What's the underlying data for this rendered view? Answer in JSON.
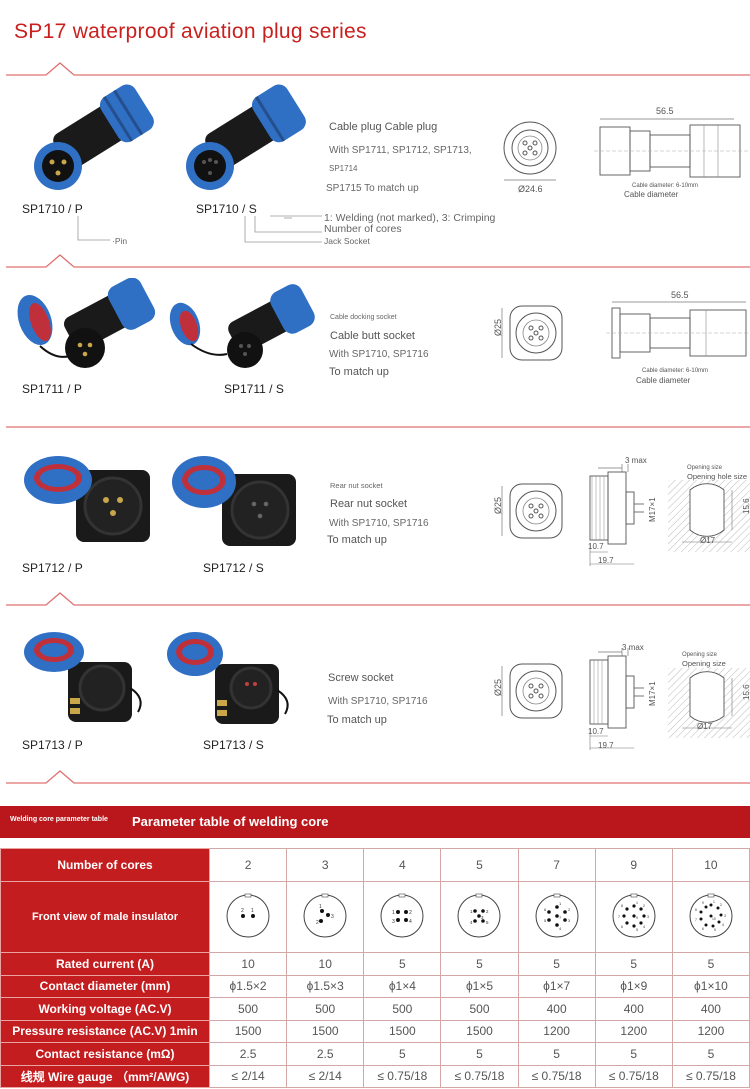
{
  "title": "SP17 waterproof aviation plug series",
  "products": [
    {
      "labels": [
        "SP1710 / P",
        "SP1710 / S"
      ],
      "desc_small": "Cable plug Cable plug",
      "desc_lines": [
        "With SP1711, SP1712, SP1713,",
        "SP1714",
        "SP1715 To match up"
      ],
      "annotations": [
        "1: Welding (not marked), 3: Crimping",
        "Number of cores",
        "Jack Socket",
        "·Pin"
      ],
      "dims": {
        "diameter": "Ø24.6",
        "length": "56.5",
        "cable_small": "Cable diameter: 6-10mm",
        "cable": "Cable diameter"
      }
    },
    {
      "labels": [
        "SP1711 / P",
        "SP1711 / S"
      ],
      "desc_small": "Cable docking socket",
      "desc_title": "Cable butt socket",
      "desc_lines": [
        "With SP1710, SP1716",
        "To match up"
      ],
      "dims": {
        "diameter": "Ø25",
        "length": "56.5",
        "cable_small": "Cable diameter: 6-10mm",
        "cable": "Cable diameter"
      }
    },
    {
      "labels": [
        "SP1712 / P",
        "SP1712 / S"
      ],
      "desc_small": "Rear nut socket",
      "desc_title": "Rear nut socket",
      "desc_lines": [
        "With SP1710, SP1716",
        "To match up"
      ],
      "dims": {
        "diameter": "Ø25",
        "max": "3 max",
        "thread": "M17×1",
        "a": "10.7",
        "b": "19.7",
        "open_small": "Opening size",
        "open": "Opening hole size",
        "w": "15.6",
        "d": "Ø17"
      }
    },
    {
      "labels": [
        "SP1713 / P",
        "SP1713 / S"
      ],
      "desc_title": "Screw socket",
      "desc_lines": [
        "With SP1710, SP1716",
        "To match up"
      ],
      "dims": {
        "diameter": "Ø25",
        "max": "3 max",
        "thread": "M17×1",
        "a": "10.7",
        "b": "19.7",
        "open_small": "Opening size",
        "open": "Opening size",
        "w": "15.6",
        "d": "Ø17"
      }
    }
  ],
  "table": {
    "banner_small": "Welding core parameter table",
    "banner": "Parameter table of welding core",
    "header_label": "Number of cores",
    "cores": [
      "2",
      "3",
      "4",
      "5",
      "7",
      "9",
      "10"
    ],
    "front_view_label": "Front view of male insulator",
    "front_view_pin_numbers": [
      [
        "2",
        "1"
      ],
      [
        "1",
        "2",
        "3"
      ],
      [
        "1",
        "2",
        "3",
        "4"
      ],
      [
        "1",
        "2",
        "3",
        "4",
        "5"
      ],
      [
        "1",
        "2",
        "3",
        "4",
        "5",
        "6",
        "7"
      ],
      [
        "1",
        "2",
        "3",
        "4",
        "5",
        "6",
        "7",
        "8",
        "9"
      ],
      [
        "1",
        "2",
        "3",
        "4",
        "5",
        "6",
        "7",
        "8",
        "9",
        "10"
      ]
    ],
    "rows": [
      {
        "label": "Rated current (A)",
        "values": [
          "10",
          "10",
          "5",
          "5",
          "5",
          "5",
          "5"
        ]
      },
      {
        "label": "Contact diameter (mm)",
        "values": [
          "ϕ1.5×2",
          "ϕ1.5×3",
          "ϕ1×4",
          "ϕ1×5",
          "ϕ1×7",
          "ϕ1×9",
          "ϕ1×10"
        ]
      },
      {
        "label": "Working voltage (AC.V)",
        "values": [
          "500",
          "500",
          "500",
          "500",
          "400",
          "400",
          "400"
        ]
      },
      {
        "label": "Pressure resistance (AC.V) 1min",
        "values": [
          "1500",
          "1500",
          "1500",
          "1500",
          "1200",
          "1200",
          "1200"
        ]
      },
      {
        "label": "Contact resistance (mΩ)",
        "values": [
          "2.5",
          "2.5",
          "5",
          "5",
          "5",
          "5",
          "5"
        ]
      },
      {
        "label": "线规 Wire gauge （mm²/AWG)",
        "values": [
          "≤ 2/14",
          "≤ 2/14",
          "≤ 0.75/18",
          "≤ 0.75/18",
          "≤ 0.75/18",
          "≤ 0.75/18",
          "≤ 0.75/18"
        ]
      }
    ]
  },
  "colors": {
    "accent": "#c8201e",
    "table_header": "#c41d20",
    "banner": "#b9171b",
    "connector_blue": "#2f6fc4"
  }
}
